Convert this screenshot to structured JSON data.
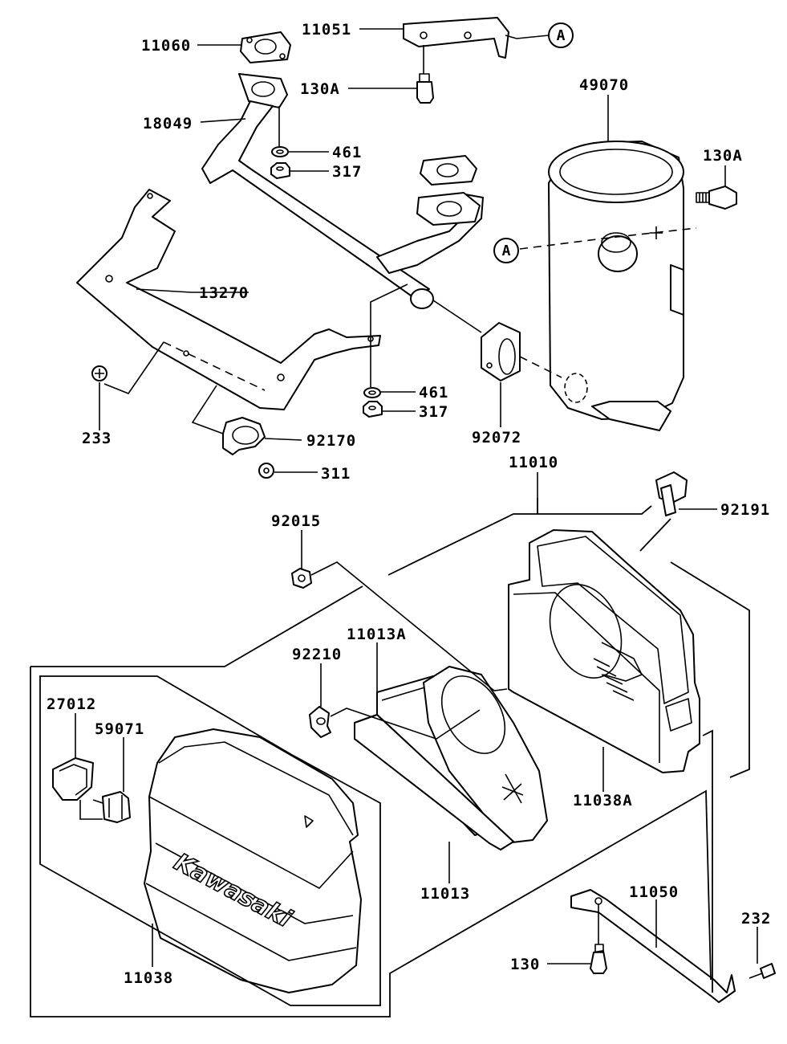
{
  "parts": {
    "p11060": "11060",
    "p11051": "11051",
    "p130A_top": "130A",
    "p18049": "18049",
    "p461_top": "461",
    "p317_top": "317",
    "p49070": "49070",
    "p130A_right": "130A",
    "p13270": "13270",
    "p233": "233",
    "p461_mid": "461",
    "p317_mid": "317",
    "p92072": "92072",
    "p92170": "92170",
    "p311": "311",
    "p11010": "11010",
    "p92191": "92191",
    "p92015": "92015",
    "p11013A": "11013A",
    "p92210": "92210",
    "p27012": "27012",
    "p59071": "59071",
    "p11038A": "11038A",
    "p11013": "11013",
    "p11050": "11050",
    "p232": "232",
    "p130": "130",
    "p11038": "11038"
  },
  "refs": {
    "ref_top": "A",
    "ref_muffler": "A"
  },
  "brand": {
    "logo_text": "Kawasaki"
  }
}
